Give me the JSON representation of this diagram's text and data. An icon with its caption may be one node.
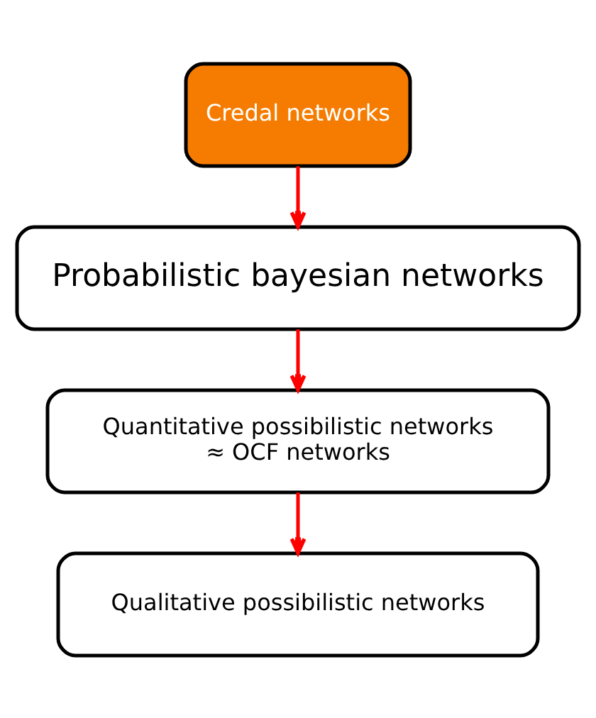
{
  "diagram": {
    "nodes": [
      {
        "text": [
          "Credal networks"
        ]
      },
      {
        "text": [
          "Probabilistic bayesian networks"
        ]
      },
      {
        "text": [
          "Quantitative possibilistic networks ≈ OCF networks"
        ]
      },
      {
        "text": [
          "Qualitative possibilistic networks"
        ]
      }
    ],
    "edges": [
      {
        "from": 0,
        "to": 1,
        "arrow": "to"
      },
      {
        "from": 1,
        "to": 2,
        "arrow": "to"
      },
      {
        "from": 2,
        "to": 3,
        "arrow": "to"
      }
    ]
  }
}
